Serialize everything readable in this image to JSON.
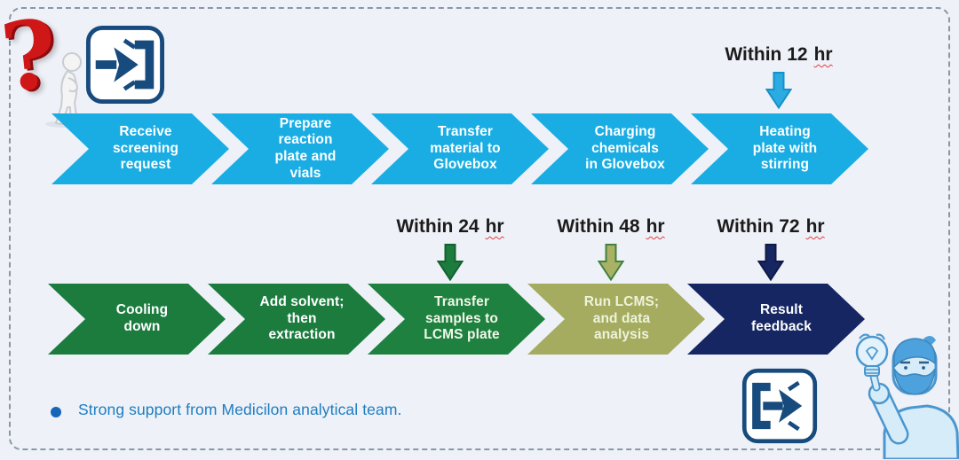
{
  "canvas": {
    "background": "#eef1f7",
    "border_color": "#8a97a7"
  },
  "icons": {
    "question_mark": "?"
  },
  "flow": {
    "row1": {
      "steps": [
        {
          "label": "Receive\nscreening\nrequest",
          "bg": "#1aade4",
          "fg": "#ffffff"
        },
        {
          "label": "Prepare\nreaction\nplate and\nvials",
          "bg": "#1aade4",
          "fg": "#ffffff"
        },
        {
          "label": "Transfer\nmaterial to\nGlovebox",
          "bg": "#1aade4",
          "fg": "#ffffff"
        },
        {
          "label": "Charging\nchemicals\nin Glovebox",
          "bg": "#1aade4",
          "fg": "#ffffff"
        },
        {
          "label": "Heating\nplate with\nstirring",
          "bg": "#1aade4",
          "fg": "#ffffff"
        }
      ]
    },
    "row2": {
      "steps": [
        {
          "label": "Cooling\ndown",
          "bg": "#1b7c3e",
          "fg": "#ffffff"
        },
        {
          "label": "Add solvent;\nthen\nextraction",
          "bg": "#1b7c3e",
          "fg": "#ffffff"
        },
        {
          "label": "Transfer\nsamples to\nLCMS plate",
          "bg": "#1e813f",
          "fg": "#f2f7e9"
        },
        {
          "label": "Run LCMS;\nand data\nanalysis",
          "bg": "#a5ac60",
          "fg": "#eef3da"
        },
        {
          "label": "Result\nfeedback",
          "bg": "#152663",
          "fg": "#ffffff"
        }
      ]
    }
  },
  "annotations": [
    {
      "prefix": "Within 12",
      "unit": "hr",
      "arrow_fill": "#2aabe2",
      "arrow_stroke": "#1590c9"
    },
    {
      "prefix": "Within 24",
      "unit": "hr",
      "arrow_fill": "#1b7c3e",
      "arrow_stroke": "#14612f"
    },
    {
      "prefix": "Within 48",
      "unit": "hr",
      "arrow_fill": "#a9b164",
      "arrow_stroke": "#41803f"
    },
    {
      "prefix": "Within 72",
      "unit": "hr",
      "arrow_fill": "#152663",
      "arrow_stroke": "#0e1a46"
    }
  ],
  "note": {
    "text": "Strong support from Medicilon analytical team.",
    "bullet_color": "#1565bb",
    "text_color": "#1e7dc2"
  }
}
